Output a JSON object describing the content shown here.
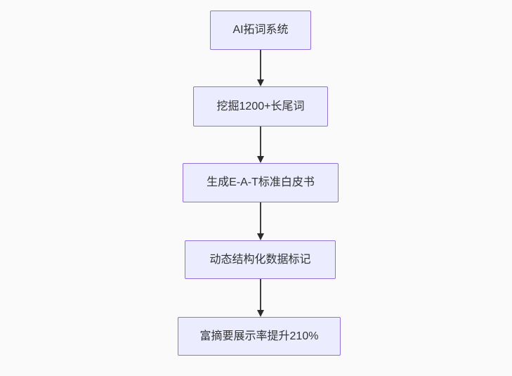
{
  "diagram": {
    "type": "flowchart-top-down",
    "colors": {
      "canvas_background": "#fafafa",
      "node_fill": "#ececff",
      "node_border": "#9370db",
      "node_text": "#333333",
      "arrow": "#333333"
    },
    "nodes": [
      {
        "label": "AI拓词系统"
      },
      {
        "label": "挖掘1200+长尾词"
      },
      {
        "label": "生成E-A-T标准白皮书"
      },
      {
        "label": "动态结构化数据标记"
      },
      {
        "label": "富摘要展示率提升210%"
      }
    ],
    "edges": [
      {
        "from": 0,
        "to": 1
      },
      {
        "from": 1,
        "to": 2
      },
      {
        "from": 2,
        "to": 3
      },
      {
        "from": 3,
        "to": 4
      }
    ]
  }
}
